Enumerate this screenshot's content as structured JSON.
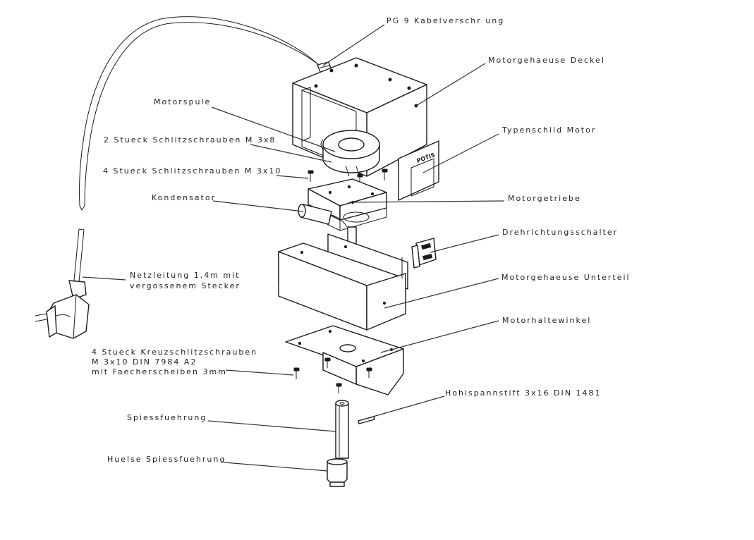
{
  "colors": {
    "ink": "#1a1a1a",
    "paper": "#ffffff"
  },
  "labels": {
    "pg9": "PG 9 Kabelverschr  ung",
    "deckel": "Motorgehaeuse Deckel",
    "motorspule": "Motorspule",
    "schrauben_3x8": "2 Stueck Schlitzschrauben M 3x8",
    "typenschild": "Typenschild Motor",
    "schrauben_3x10": "4 Stueck Schlitzschrauben M 3x10",
    "kondensator": "Kondensator",
    "motorgetriebe": "Motorgetriebe",
    "drehrichtung": "Drehrichtungsschalter",
    "netz_line1": "Netzleitung 1,4m mit",
    "netz_line2": "vergossenem Stecker",
    "unterteil": "Motorgehaeuse Unterteil",
    "haltewinkel": "Motorhaltewinkel",
    "kreuz_line1": "4 Stueck Kreuzschlitzschrauben",
    "kreuz_line2": "M 3x10 DIN 7984 A2",
    "kreuz_line3": "mit Faecherscheiben 3mm",
    "hohlspannstift": "Hohlspannstift 3x16 DIN 1481",
    "spiessfuehrung": "Spiessfuehrung",
    "huelse": "Huelse Spiessfuehrung",
    "logo_text": "POTIS"
  }
}
